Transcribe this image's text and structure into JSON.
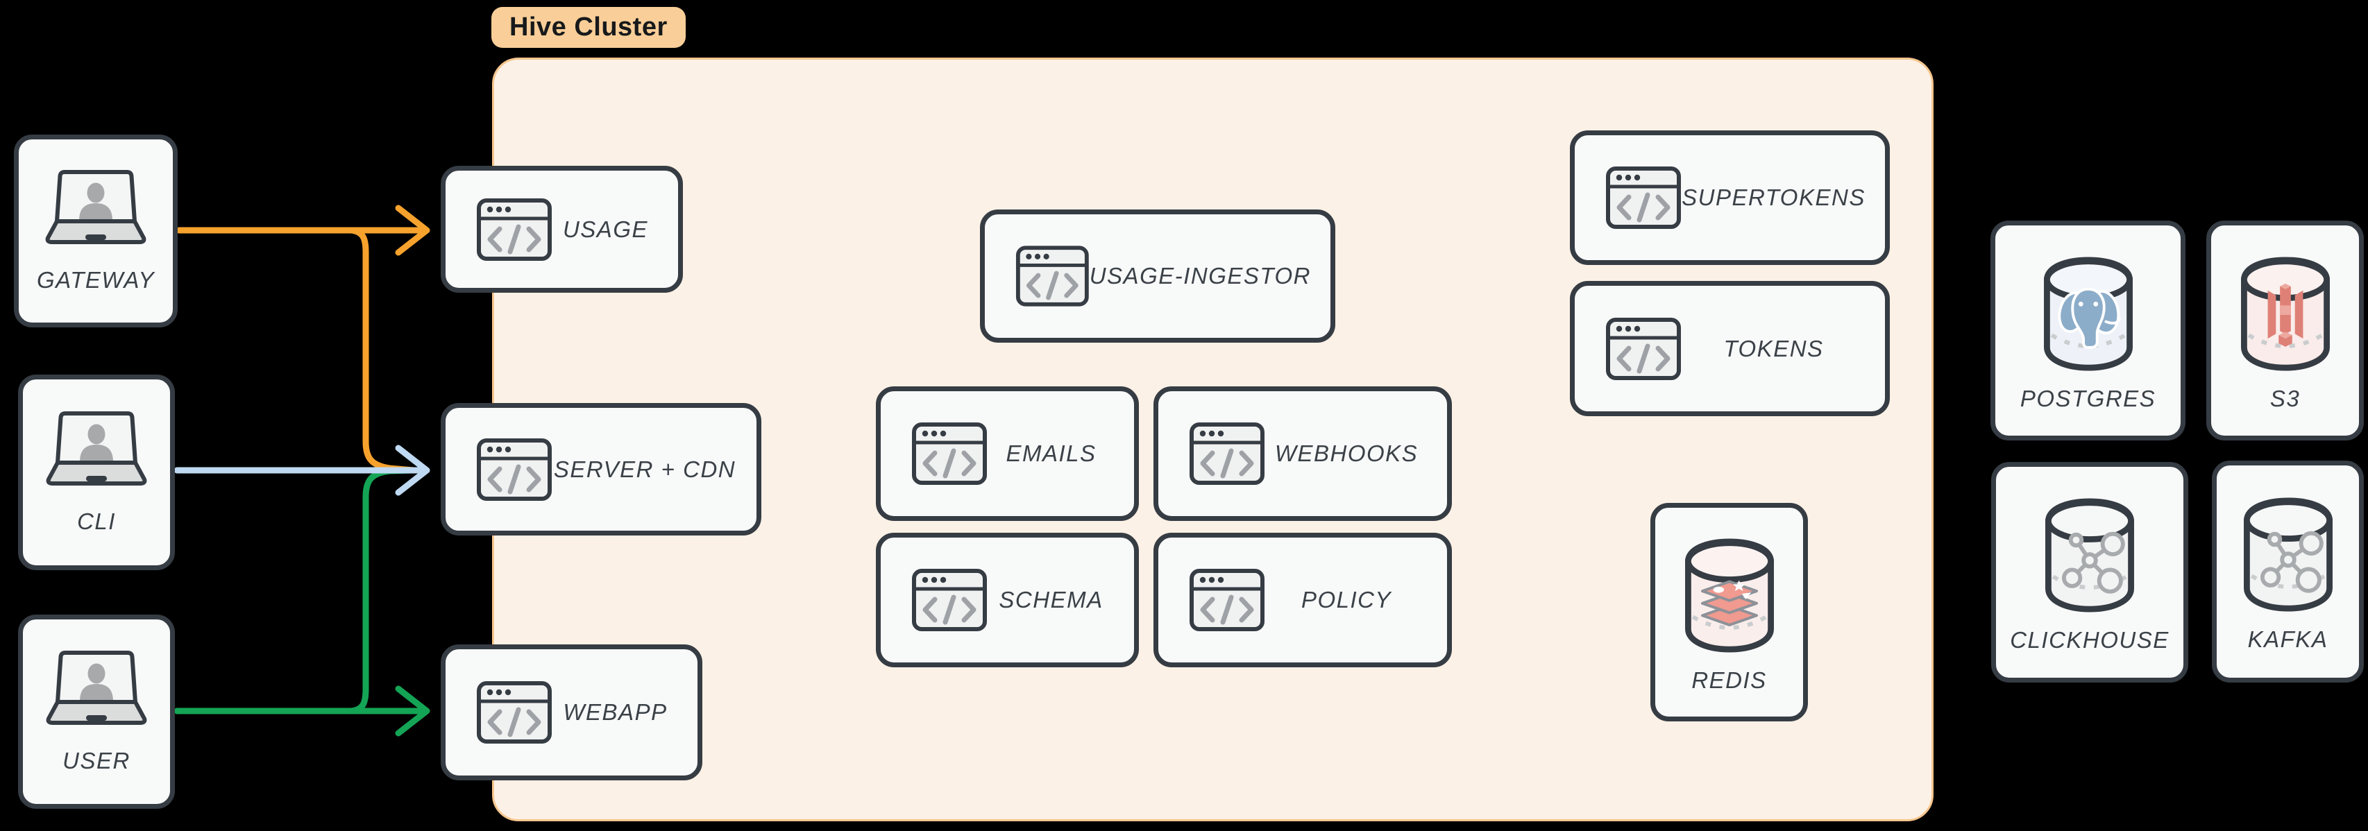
{
  "badge": {
    "label": "Hive Cluster"
  },
  "colors": {
    "orange": "#F6A22D",
    "blue": "#BFD9F2",
    "green": "#14A455",
    "cluster_fill": "#FCF1E6",
    "cluster_border": "#F5C68E",
    "badge_fill": "#F9CE98",
    "node_fill": "#F8F9F9",
    "node_border": "#363C43",
    "label_text": "#3A4147"
  },
  "nodes": {
    "gateway": {
      "label": "GATEWAY"
    },
    "cli": {
      "label": "CLI"
    },
    "user": {
      "label": "USER"
    },
    "usage": {
      "label": "USAGE"
    },
    "server_cdn": {
      "label": "SERVER + CDN"
    },
    "webapp": {
      "label": "WEBAPP"
    },
    "usage_ingestor": {
      "label": "USAGE-INGESTOR"
    },
    "emails": {
      "label": "EMAILS"
    },
    "webhooks": {
      "label": "WEBHOOKS"
    },
    "schema": {
      "label": "SCHEMA"
    },
    "policy": {
      "label": "POLICY"
    },
    "supertokens": {
      "label": "SUPERTOKENS"
    },
    "tokens": {
      "label": "TOKENS"
    },
    "redis": {
      "label": "REDIS"
    },
    "postgres": {
      "label": "POSTGRES"
    },
    "s3": {
      "label": "S3"
    },
    "clickhouse": {
      "label": "CLICKHOUSE"
    },
    "kafka": {
      "label": "KAFKA"
    }
  },
  "edges": [
    {
      "from": "GATEWAY",
      "to": "USAGE",
      "color": "orange"
    },
    {
      "from": "GATEWAY",
      "to": "SERVER + CDN",
      "color": "orange"
    },
    {
      "from": "CLI",
      "to": "SERVER + CDN",
      "color": "blue"
    },
    {
      "from": "USER",
      "to": "SERVER + CDN",
      "color": "green"
    },
    {
      "from": "USER",
      "to": "WEBAPP",
      "color": "green"
    }
  ]
}
